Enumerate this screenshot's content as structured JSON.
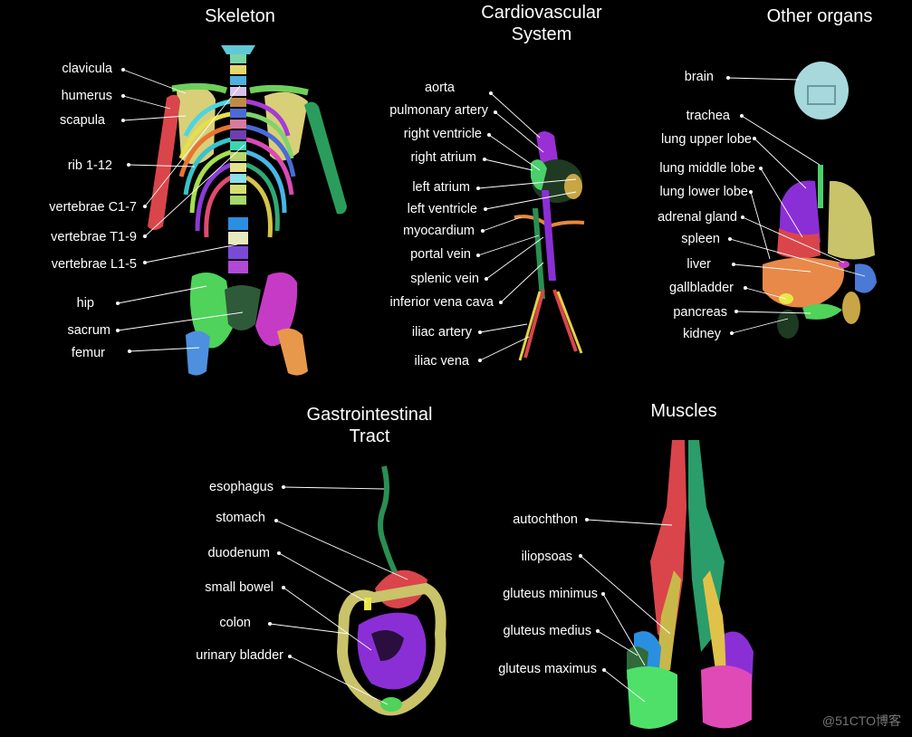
{
  "sections": {
    "skeleton": {
      "title": "Skeleton",
      "labels": [
        "clavicula",
        "humerus",
        "scapula",
        "rib 1-12",
        "vertebrae C1-7",
        "vertebrae T1-9",
        "vertebrae L1-5",
        "hip",
        "sacrum",
        "femur"
      ]
    },
    "cardio": {
      "title_line1": "Cardiovascular",
      "title_line2": "System",
      "labels": [
        "aorta",
        "pulmonary artery",
        "right ventricle",
        "right atrium",
        "left atrium",
        "left ventricle",
        "myocardium",
        "portal vein",
        "splenic vein",
        "inferior vena cava",
        "iliac artery",
        "iliac vena"
      ]
    },
    "organs": {
      "title": "Other organs",
      "labels": [
        "brain",
        "trachea",
        "lung upper lobe",
        "lung middle lobe",
        "lung lower lobe",
        "adrenal gland",
        "spleen",
        "liver",
        "gallbladder",
        "pancreas",
        "kidney"
      ]
    },
    "gi": {
      "title_line1": "Gastrointestinal",
      "title_line2": "Tract",
      "labels": [
        "esophagus",
        "stomach",
        "duodenum",
        "small bowel",
        "colon",
        "urinary bladder"
      ]
    },
    "muscles": {
      "title": "Muscles",
      "labels": [
        "autochthon",
        "iliopsoas",
        "gluteus minimus",
        "gluteus medius",
        "gluteus maximus"
      ]
    }
  },
  "watermark": "@51CTO博客"
}
